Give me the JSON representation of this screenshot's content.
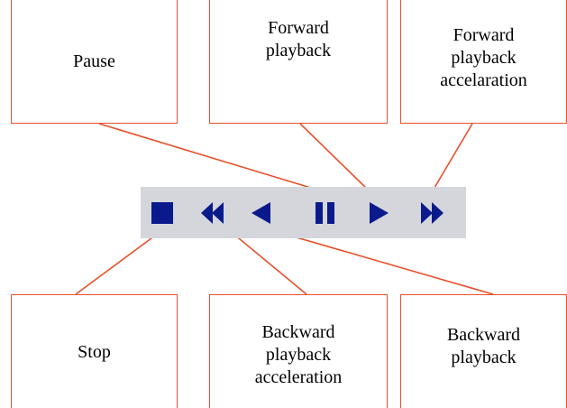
{
  "colors": {
    "accent": "#e8502a",
    "icon": "#0a1a8c",
    "toolbar_bg": "#d4d6dc"
  },
  "callouts": {
    "pause": "Pause",
    "forward_playback": "Forward\nplayback",
    "forward_playback_acceleration": "Forward\nplayback\naccelaration",
    "stop": "Stop",
    "backward_playback_acceleration": "Backward\nplayback\nacceleration",
    "backward_playback": "Backward\nplayback"
  },
  "toolbar": {
    "buttons": [
      {
        "id": "stop",
        "icon": "stop-icon"
      },
      {
        "id": "backward-acceleration",
        "icon": "fast-rewind-icon"
      },
      {
        "id": "backward-playback",
        "icon": "play-reverse-icon"
      },
      {
        "id": "pause",
        "icon": "pause-icon"
      },
      {
        "id": "forward-playback",
        "icon": "play-icon"
      },
      {
        "id": "forward-acceleration",
        "icon": "fast-forward-icon"
      }
    ]
  }
}
